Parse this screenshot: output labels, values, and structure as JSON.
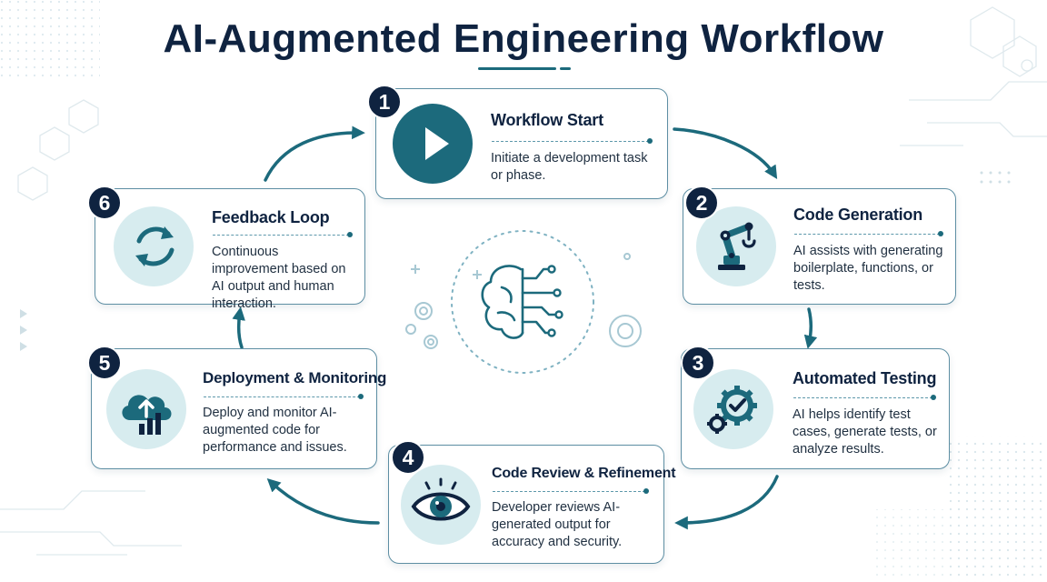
{
  "header": {
    "title": "AI-Augmented Engineering Workflow"
  },
  "colors": {
    "navy": "#0f2340",
    "teal": "#1c6a7c",
    "light_teal": "#d7ecef",
    "border": "#5d8ea3"
  },
  "steps": [
    {
      "number": "1",
      "title": "Workflow Start",
      "description": "Initiate a development task or phase.",
      "icon": "play-icon"
    },
    {
      "number": "2",
      "title": "Code Generation",
      "description": "AI assists with generating boilerplate, functions, or tests.",
      "icon": "robot-arm-icon"
    },
    {
      "number": "3",
      "title": "Automated Testing",
      "description": "AI helps identify test cases, generate tests, or analyze results.",
      "icon": "gear-check-icon"
    },
    {
      "number": "4",
      "title": "Code Review & Refinement",
      "description": "Developer reviews AI-generated output for accuracy and security.",
      "icon": "eye-icon"
    },
    {
      "number": "5",
      "title": "Deployment & Monitoring",
      "description": "Deploy and monitor AI-augmented code for performance and issues.",
      "icon": "cloud-upload-chart-icon"
    },
    {
      "number": "6",
      "title": "Feedback Loop",
      "description": "Continuous improvement based on AI output and human interaction.",
      "icon": "refresh-cycle-icon"
    }
  ],
  "center": {
    "icon": "ai-brain-circuit-icon"
  }
}
